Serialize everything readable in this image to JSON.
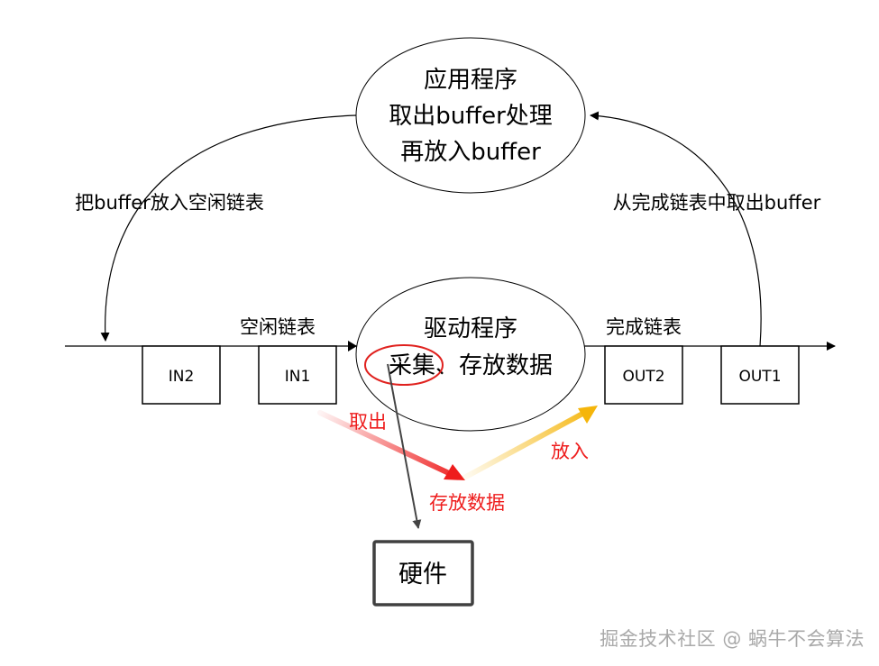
{
  "app_process": {
    "lines": [
      "应用程序",
      "取出buffer处理",
      "再放入buffer"
    ]
  },
  "driver_process": {
    "lines": [
      "驱动程序",
      "采集、存放数据"
    ],
    "highlight_text": "采集、"
  },
  "labels": {
    "put_into_free_list": "把buffer放入空闲链表",
    "take_from_done_list": "从完成链表中取出buffer",
    "free_list": "空闲链表",
    "done_list": "完成链表",
    "take_out": "取出",
    "store_data": "存放数据",
    "put_in": "放入"
  },
  "buffers": {
    "in2": "IN2",
    "in1": "IN1",
    "out2": "OUT2",
    "out1": "OUT1"
  },
  "hardware": {
    "label": "硬件"
  },
  "watermark": "掘金技术社区 @ 蜗牛不会算法",
  "colors": {
    "black": "#000000",
    "red": "#ee1c1c",
    "red_circle": "#e0221f",
    "orange": "#f5b50a",
    "gray": "#444444",
    "hardware_border": "#404040"
  }
}
